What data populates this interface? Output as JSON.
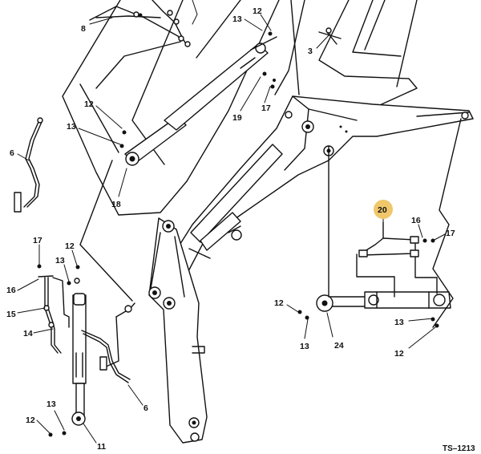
{
  "diagram": {
    "reference_code": "TS–1213",
    "highlight_color": "#f0c76a",
    "labels": {
      "p1": "8",
      "p2": "13",
      "p3": "12",
      "p4": "3",
      "p5": "17",
      "p6": "19",
      "p7": "12",
      "p8": "13",
      "p9": "6",
      "p10": "18",
      "p11": "20",
      "p12": "16",
      "p13": "17",
      "p14": "17",
      "p15": "12",
      "p16": "13",
      "p17": "16",
      "p18": "15",
      "p19": "14",
      "p20": "12",
      "p21": "13",
      "p22": "24",
      "p23": "13",
      "p24": "12",
      "p25": "6",
      "p26": "13",
      "p27": "12",
      "p28": "11"
    }
  }
}
